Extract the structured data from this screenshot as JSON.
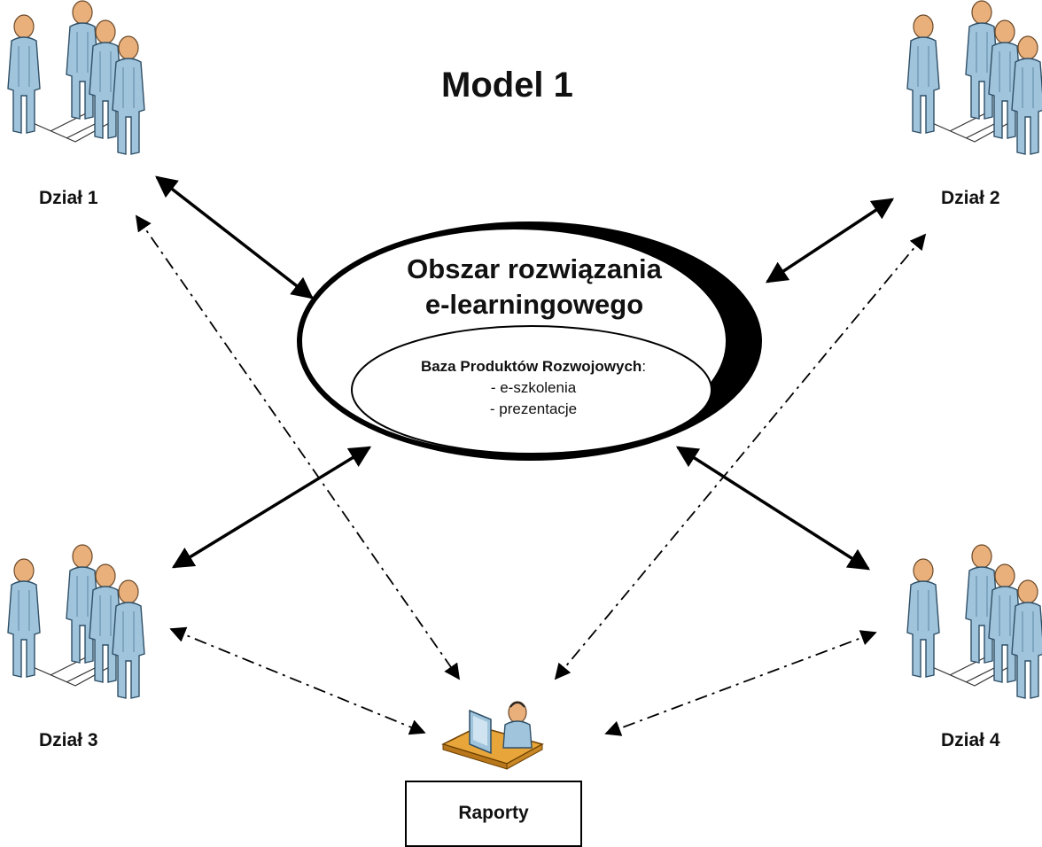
{
  "title": "Model 1",
  "departments": [
    {
      "label": "Dział 1"
    },
    {
      "label": "Dział 2"
    },
    {
      "label": "Dział 3"
    },
    {
      "label": "Dział 4"
    }
  ],
  "elearning_area": {
    "title_line1": "Obszar rozwiązania",
    "title_line2": "e-learningowego"
  },
  "database": {
    "title": "Baza Produktów Rozwojowych",
    "items": [
      "- e-szkolenia",
      "- prezentacje"
    ]
  },
  "reports": {
    "label": "Raporty"
  },
  "colors": {
    "figure_body": "#9fc4dc",
    "figure_head": "#e9b07c",
    "desk": "#e8a63a",
    "line": "#000000"
  },
  "icons": {
    "department": "people-group-icon",
    "reports": "operator-at-computer-icon"
  }
}
